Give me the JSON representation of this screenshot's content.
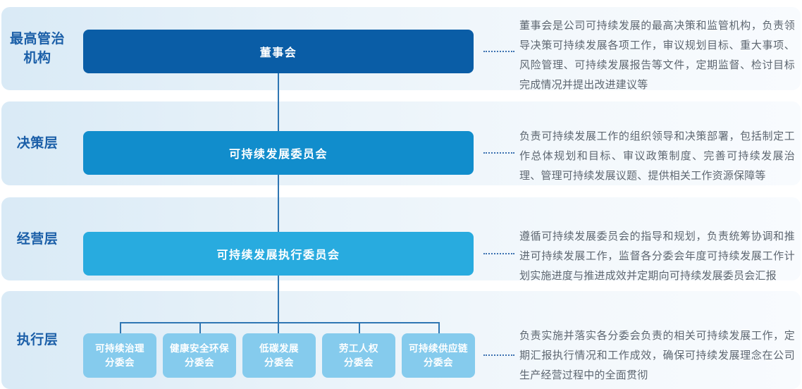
{
  "rows": [
    {
      "label": "最高管治机构",
      "box": "董事会",
      "desc": "董事会是公司可持续发展的最高决策和监管机构，负责领导决策可持续发展各项工作，审议规划目标、重大事项、风险管理、可持续发展报告等文件，定期监督、检讨目标完成情况并提出改进建议等"
    },
    {
      "label": "决策层",
      "box": "可持续发展委员会",
      "desc": "负责可持续发展工作的组织领导和决策部署，包括制定工作总体规划和目标、审议政策制度、完善可持续发展治理、管理可持续发展议题、提供相关工作资源保障等"
    },
    {
      "label": "经营层",
      "box": "可持续发展执行委员会",
      "desc": "遵循可持续发展委员会的指导和规划，负责统筹协调和推进可持续发展工作，监督各分委会年度可持续发展工作计划实施进度与推进成效并定期向可持续发展委员会汇报"
    },
    {
      "label": "执行层",
      "desc": "负责实施并落实各分委会负责的相关可持续发展工作，定期汇报执行情况和工作成效，确保可持续发展理念在公司生产经营过程中的全面贯彻"
    }
  ],
  "sub_committees": [
    {
      "name": "可持续治理分委会",
      "line1": "可持续治理",
      "line2": "分委会"
    },
    {
      "name": "健康安全环保分委会",
      "line1": "健康安全环保",
      "line2": "分委会"
    },
    {
      "name": "低碳发展分委会",
      "line1": "低碳发展",
      "line2": "分委会"
    },
    {
      "name": "劳工人权分委会",
      "line1": "劳工人权",
      "line2": "分委会"
    },
    {
      "name": "可持续供应链分委会",
      "line1": "可持续供应链",
      "line2": "分委会"
    }
  ],
  "colors": {
    "board_box": "#0a5da6",
    "committee_box": "#118dcc",
    "exec_committee_box": "#28abdf",
    "sub_committee_box": "#85cbed",
    "connector_line": "#2f76b3",
    "dotted_leader": "#3a70b0",
    "level_label_text": "#1b5fa8",
    "description_text": "#5d6670",
    "band_gradient_start": "#d9eaf6",
    "band_gradient_end": "#f8fbfe"
  }
}
